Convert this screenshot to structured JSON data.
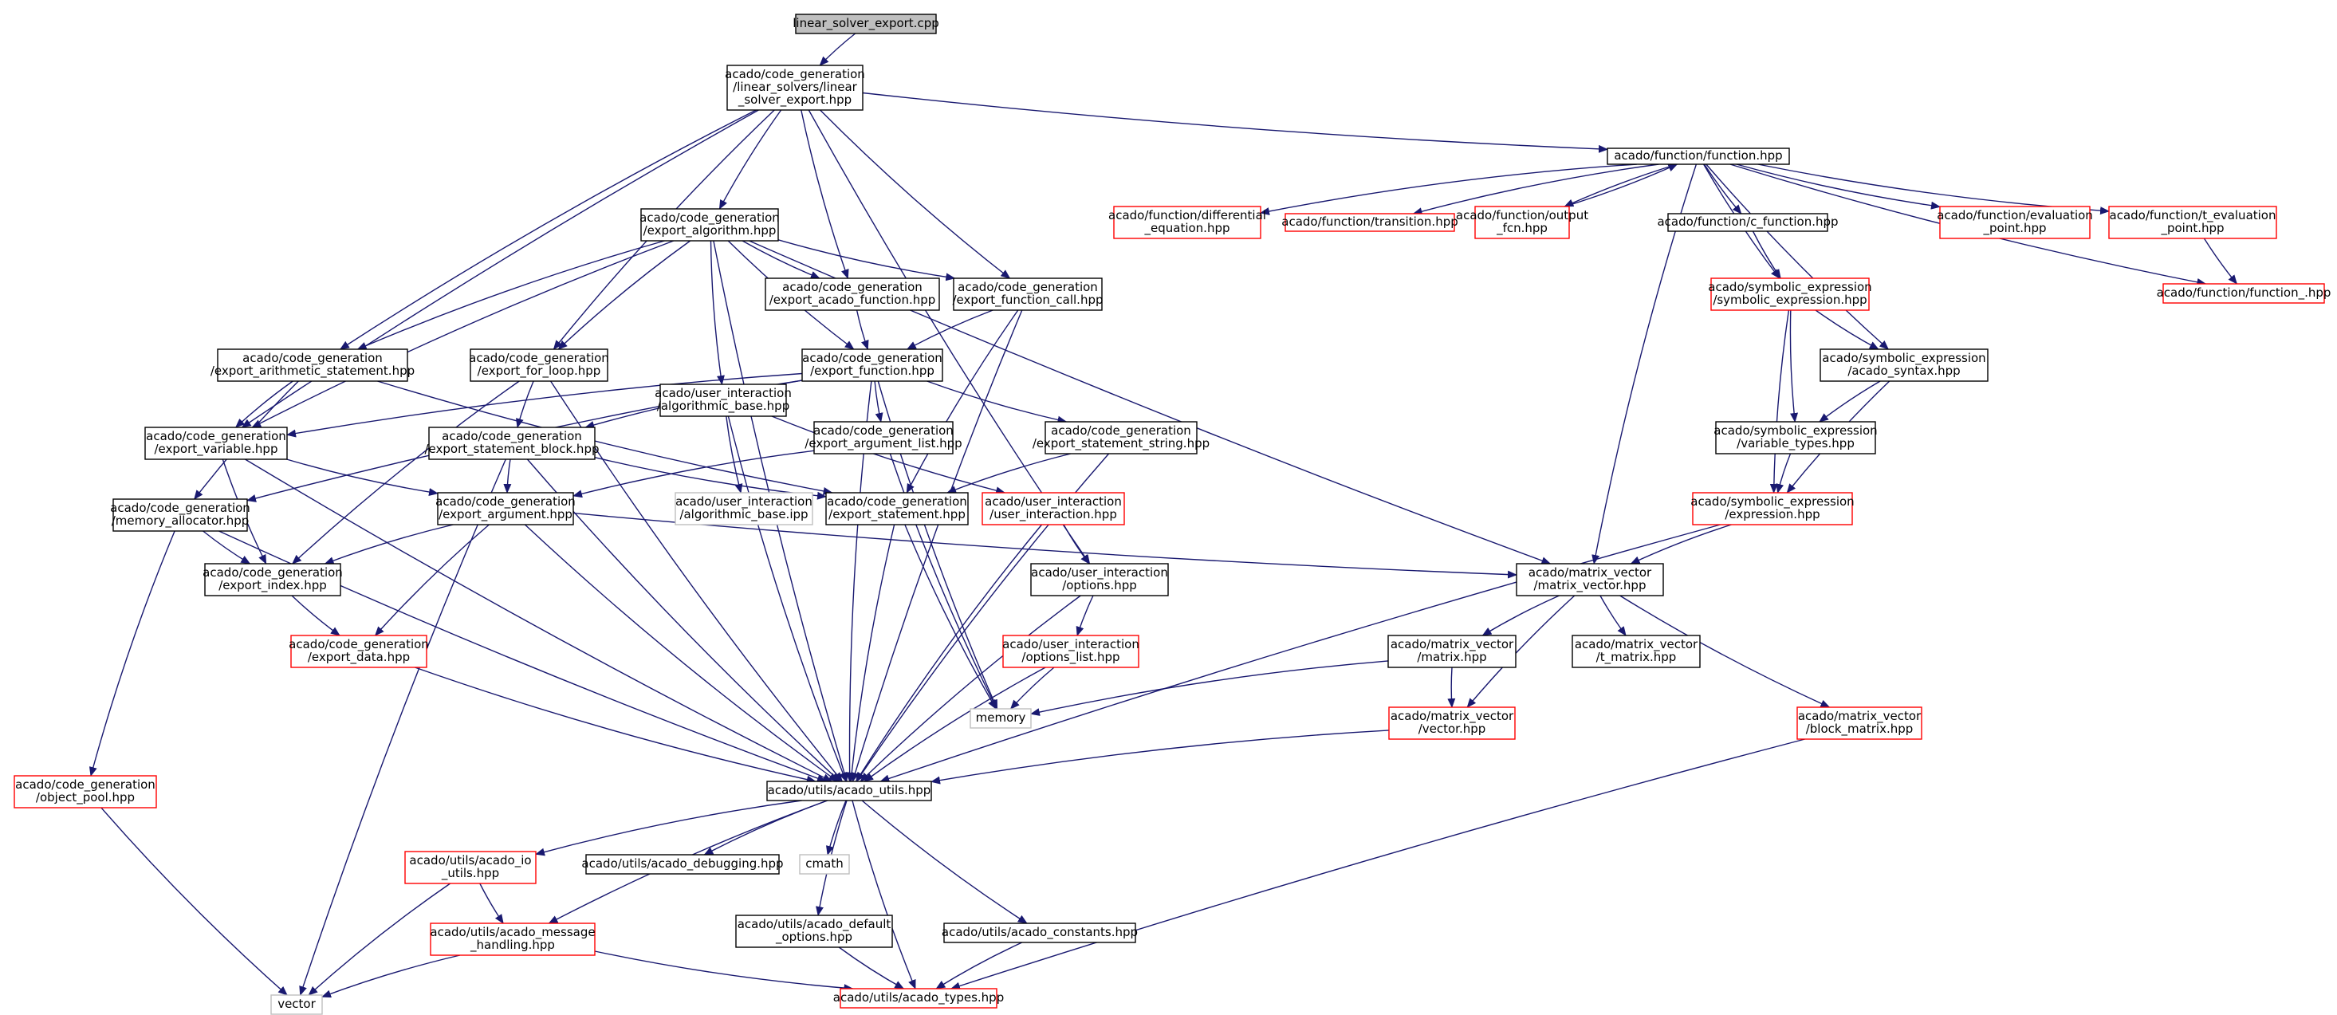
{
  "colors": {
    "edge": "#191970",
    "border_normal": "#000000",
    "border_truncated": "#ff0000",
    "border_system": "#bfbfbf",
    "fill_root": "#bfbfbf",
    "fill_default": "#ffffff"
  },
  "nodes": [
    {
      "id": "root",
      "lines": [
        "linear_solver_export.cpp"
      ],
      "kind": "root"
    },
    {
      "id": "lse",
      "lines": [
        "acado/code_generation",
        "/linear_solvers/linear",
        "_solver_export.hpp"
      ],
      "kind": "normal"
    },
    {
      "id": "func",
      "lines": [
        "acado/function/function.hpp"
      ],
      "kind": "normal"
    },
    {
      "id": "ealg",
      "lines": [
        "acado/code_generation",
        "/export_algorithm.hpp"
      ],
      "kind": "normal"
    },
    {
      "id": "diffeq",
      "lines": [
        "acado/function/differential",
        "_equation.hpp"
      ],
      "kind": "truncated"
    },
    {
      "id": "trans",
      "lines": [
        "acado/function/transition.hpp"
      ],
      "kind": "truncated"
    },
    {
      "id": "outfcn",
      "lines": [
        "acado/function/output",
        "_fcn.hpp"
      ],
      "kind": "truncated"
    },
    {
      "id": "cfunc",
      "lines": [
        "acado/function/c_function.hpp"
      ],
      "kind": "normal"
    },
    {
      "id": "evalpt",
      "lines": [
        "acado/function/evaluation",
        "_point.hpp"
      ],
      "kind": "truncated"
    },
    {
      "id": "tevalpt",
      "lines": [
        "acado/function/t_evaluation",
        "_point.hpp"
      ],
      "kind": "truncated"
    },
    {
      "id": "func_",
      "lines": [
        "acado/function/function_.hpp"
      ],
      "kind": "truncated"
    },
    {
      "id": "eaf",
      "lines": [
        "acado/code_generation",
        "/export_acado_function.hpp"
      ],
      "kind": "normal"
    },
    {
      "id": "efc",
      "lines": [
        "acado/code_generation",
        "/export_function_call.hpp"
      ],
      "kind": "normal"
    },
    {
      "id": "symexp",
      "lines": [
        "acado/symbolic_expression",
        "/symbolic_expression.hpp"
      ],
      "kind": "truncated"
    },
    {
      "id": "eas",
      "lines": [
        "acado/code_generation",
        "/export_arithmetic_statement.hpp"
      ],
      "kind": "normal"
    },
    {
      "id": "efl",
      "lines": [
        "acado/code_generation",
        "/export_for_loop.hpp"
      ],
      "kind": "normal"
    },
    {
      "id": "ef",
      "lines": [
        "acado/code_generation",
        "/export_function.hpp"
      ],
      "kind": "normal"
    },
    {
      "id": "uialg",
      "lines": [
        "acado/user_interaction",
        "/algorithmic_base.hpp"
      ],
      "kind": "normal"
    },
    {
      "id": "acsyn",
      "lines": [
        "acado/symbolic_expression",
        "/acado_syntax.hpp"
      ],
      "kind": "normal"
    },
    {
      "id": "ev",
      "lines": [
        "acado/code_generation",
        "/export_variable.hpp"
      ],
      "kind": "normal"
    },
    {
      "id": "esb",
      "lines": [
        "acado/code_generation",
        "/export_statement_block.hpp"
      ],
      "kind": "normal"
    },
    {
      "id": "eal",
      "lines": [
        "acado/code_generation",
        "/export_argument_list.hpp"
      ],
      "kind": "normal"
    },
    {
      "id": "ess",
      "lines": [
        "acado/code_generation",
        "/export_statement_string.hpp"
      ],
      "kind": "normal"
    },
    {
      "id": "vartypes",
      "lines": [
        "acado/symbolic_expression",
        "/variable_types.hpp"
      ],
      "kind": "normal"
    },
    {
      "id": "memalloc",
      "lines": [
        "acado/code_generation",
        "/memory_allocator.hpp"
      ],
      "kind": "normal"
    },
    {
      "id": "ea",
      "lines": [
        "acado/code_generation",
        "/export_argument.hpp"
      ],
      "kind": "normal"
    },
    {
      "id": "algipp",
      "lines": [
        "acado/user_interaction",
        "/algorithmic_base.ipp"
      ],
      "kind": "system"
    },
    {
      "id": "es",
      "lines": [
        "acado/code_generation",
        "/export_statement.hpp"
      ],
      "kind": "normal"
    },
    {
      "id": "uiui",
      "lines": [
        "acado/user_interaction",
        "/user_interaction.hpp"
      ],
      "kind": "truncated"
    },
    {
      "id": "expr",
      "lines": [
        "acado/symbolic_expression",
        "/expression.hpp"
      ],
      "kind": "truncated"
    },
    {
      "id": "mv",
      "lines": [
        "acado/matrix_vector",
        "/matrix_vector.hpp"
      ],
      "kind": "normal"
    },
    {
      "id": "ei",
      "lines": [
        "acado/code_generation",
        "/export_index.hpp"
      ],
      "kind": "normal"
    },
    {
      "id": "uiopt",
      "lines": [
        "acado/user_interaction",
        "/options.hpp"
      ],
      "kind": "normal"
    },
    {
      "id": "ed",
      "lines": [
        "acado/code_generation",
        "/export_data.hpp"
      ],
      "kind": "truncated"
    },
    {
      "id": "uioptl",
      "lines": [
        "acado/user_interaction",
        "/options_list.hpp"
      ],
      "kind": "truncated"
    },
    {
      "id": "mvmat",
      "lines": [
        "acado/matrix_vector",
        "/matrix.hpp"
      ],
      "kind": "normal"
    },
    {
      "id": "mvtmat",
      "lines": [
        "acado/matrix_vector",
        "/t_matrix.hpp"
      ],
      "kind": "normal"
    },
    {
      "id": "memory",
      "lines": [
        "memory"
      ],
      "kind": "system"
    },
    {
      "id": "mvvec",
      "lines": [
        "acado/matrix_vector",
        "/vector.hpp"
      ],
      "kind": "truncated"
    },
    {
      "id": "mvblk",
      "lines": [
        "acado/matrix_vector",
        "/block_matrix.hpp"
      ],
      "kind": "truncated"
    },
    {
      "id": "objpool",
      "lines": [
        "acado/code_generation",
        "/object_pool.hpp"
      ],
      "kind": "truncated"
    },
    {
      "id": "utils",
      "lines": [
        "acado/utils/acado_utils.hpp"
      ],
      "kind": "normal"
    },
    {
      "id": "ioutils",
      "lines": [
        "acado/utils/acado_io",
        "_utils.hpp"
      ],
      "kind": "truncated"
    },
    {
      "id": "dbg",
      "lines": [
        "acado/utils/acado_debugging.hpp"
      ],
      "kind": "normal"
    },
    {
      "id": "cmath",
      "lines": [
        "cmath"
      ],
      "kind": "system"
    },
    {
      "id": "msgh",
      "lines": [
        "acado/utils/acado_message",
        "_handling.hpp"
      ],
      "kind": "truncated"
    },
    {
      "id": "defopt",
      "lines": [
        "acado/utils/acado_default",
        "_options.hpp"
      ],
      "kind": "normal"
    },
    {
      "id": "consts",
      "lines": [
        "acado/utils/acado_constants.hpp"
      ],
      "kind": "normal"
    },
    {
      "id": "vector",
      "lines": [
        "vector"
      ],
      "kind": "system"
    },
    {
      "id": "types",
      "lines": [
        "acado/utils/acado_types.hpp"
      ],
      "kind": "truncated"
    }
  ],
  "edges": [
    [
      "root",
      "lse"
    ],
    [
      "lse",
      "func"
    ],
    [
      "lse",
      "ealg"
    ],
    [
      "lse",
      "eaf"
    ],
    [
      "lse",
      "efc"
    ],
    [
      "lse",
      "eas"
    ],
    [
      "lse",
      "efl"
    ],
    [
      "lse",
      "ev"
    ],
    [
      "lse",
      "uiopt"
    ],
    [
      "func",
      "diffeq"
    ],
    [
      "func",
      "trans"
    ],
    [
      "func",
      "outfcn"
    ],
    [
      "outfcn",
      "func"
    ],
    [
      "func",
      "cfunc"
    ],
    [
      "func",
      "evalpt"
    ],
    [
      "func",
      "tevalpt"
    ],
    [
      "func",
      "func_"
    ],
    [
      "func",
      "symexp"
    ],
    [
      "func",
      "acsyn"
    ],
    [
      "func",
      "mv"
    ],
    [
      "tevalpt",
      "func_"
    ],
    [
      "cfunc",
      "symexp"
    ],
    [
      "ealg",
      "eaf"
    ],
    [
      "ealg",
      "efc"
    ],
    [
      "ealg",
      "eas"
    ],
    [
      "ealg",
      "efl"
    ],
    [
      "ealg",
      "ef"
    ],
    [
      "ealg",
      "uialg"
    ],
    [
      "ealg",
      "ev"
    ],
    [
      "ealg",
      "mv"
    ],
    [
      "ealg",
      "utils"
    ],
    [
      "eaf",
      "ef"
    ],
    [
      "efc",
      "ef"
    ],
    [
      "efc",
      "es"
    ],
    [
      "efc",
      "utils"
    ],
    [
      "symexp",
      "acsyn"
    ],
    [
      "symexp",
      "vartypes"
    ],
    [
      "symexp",
      "expr"
    ],
    [
      "eas",
      "ev"
    ],
    [
      "eas",
      "memalloc"
    ],
    [
      "eas",
      "es"
    ],
    [
      "efl",
      "esb"
    ],
    [
      "efl",
      "ei"
    ],
    [
      "efl",
      "utils"
    ],
    [
      "ef",
      "ev"
    ],
    [
      "ef",
      "esb"
    ],
    [
      "ef",
      "eal"
    ],
    [
      "ef",
      "ess"
    ],
    [
      "ef",
      "memalloc"
    ],
    [
      "ef",
      "utils"
    ],
    [
      "ef",
      "memory"
    ],
    [
      "uialg",
      "algipp"
    ],
    [
      "uialg",
      "uiui"
    ],
    [
      "uialg",
      "utils"
    ],
    [
      "acsyn",
      "vartypes"
    ],
    [
      "acsyn",
      "expr"
    ],
    [
      "ev",
      "ea"
    ],
    [
      "ev",
      "ei"
    ],
    [
      "ev",
      "utils"
    ],
    [
      "esb",
      "ea"
    ],
    [
      "esb",
      "es"
    ],
    [
      "esb",
      "utils"
    ],
    [
      "esb",
      "vector"
    ],
    [
      "eal",
      "ea"
    ],
    [
      "eal",
      "memory"
    ],
    [
      "ess",
      "es"
    ],
    [
      "ess",
      "utils"
    ],
    [
      "vartypes",
      "expr"
    ],
    [
      "memalloc",
      "ei"
    ],
    [
      "memalloc",
      "objpool"
    ],
    [
      "memalloc",
      "utils"
    ],
    [
      "ea",
      "ei"
    ],
    [
      "ea",
      "ed"
    ],
    [
      "ea",
      "mv"
    ],
    [
      "ea",
      "utils"
    ],
    [
      "es",
      "memory"
    ],
    [
      "es",
      "utils"
    ],
    [
      "uiui",
      "uiopt"
    ],
    [
      "uiui",
      "utils"
    ],
    [
      "expr",
      "mv"
    ],
    [
      "expr",
      "utils"
    ],
    [
      "mv",
      "mvmat"
    ],
    [
      "mv",
      "mvtmat"
    ],
    [
      "mv",
      "mvvec"
    ],
    [
      "mv",
      "mvblk"
    ],
    [
      "ei",
      "ed"
    ],
    [
      "uiopt",
      "uioptl"
    ],
    [
      "uiopt",
      "utils"
    ],
    [
      "ed",
      "utils"
    ],
    [
      "uioptl",
      "memory"
    ],
    [
      "uioptl",
      "utils"
    ],
    [
      "mvmat",
      "mvvec"
    ],
    [
      "mvmat",
      "memory"
    ],
    [
      "mvvec",
      "utils"
    ],
    [
      "mvblk",
      "types"
    ],
    [
      "objpool",
      "vector"
    ],
    [
      "utils",
      "ioutils"
    ],
    [
      "utils",
      "dbg"
    ],
    [
      "utils",
      "cmath"
    ],
    [
      "utils",
      "msgh"
    ],
    [
      "utils",
      "defopt"
    ],
    [
      "utils",
      "consts"
    ],
    [
      "utils",
      "types"
    ],
    [
      "ioutils",
      "msgh"
    ],
    [
      "ioutils",
      "vector"
    ],
    [
      "msgh",
      "vector"
    ],
    [
      "msgh",
      "types"
    ],
    [
      "defopt",
      "types"
    ],
    [
      "consts",
      "types"
    ]
  ]
}
